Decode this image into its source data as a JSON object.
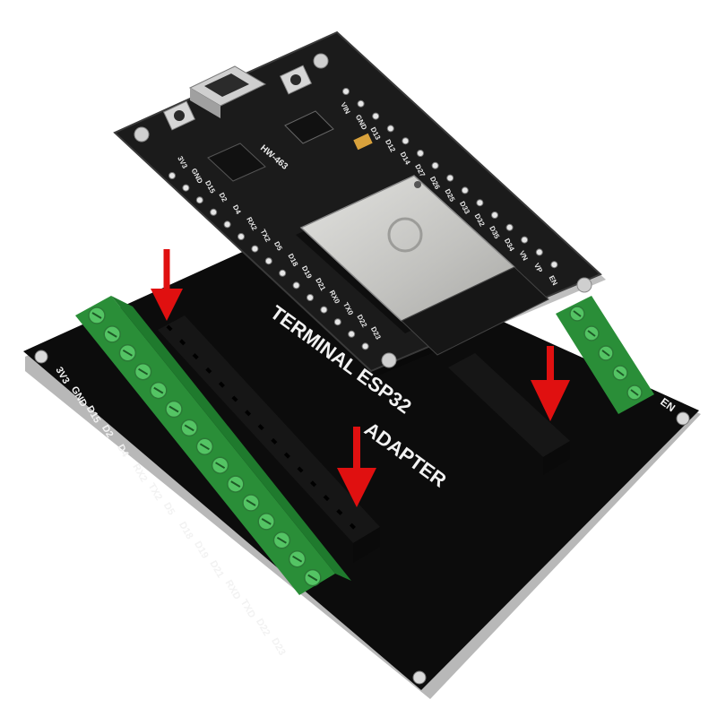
{
  "product": {
    "adapter_title_line1": "TERMINAL ESP32",
    "adapter_title_line2": "ADAPTER",
    "module_model": "HW-463",
    "right_block_label": "EN"
  },
  "left_terminal_labels": [
    "3V3",
    "GND",
    "D15",
    "D2",
    "D4",
    "RX2",
    "TX2",
    "D5",
    "D18",
    "D19",
    "D21",
    "RXD",
    "TXD",
    "D22",
    "D23"
  ],
  "module_pin_labels_bottom": [
    "3V3",
    "GND",
    "D15",
    "D2",
    "D4",
    "RX2",
    "TX2",
    "D5",
    "D18",
    "D19",
    "D21",
    "RX0",
    "TX0",
    "D22",
    "D23"
  ],
  "module_pin_labels_top": [
    "VIN",
    "GND",
    "D13",
    "D12",
    "D14",
    "D27",
    "D26",
    "D25",
    "D33",
    "D32",
    "D35",
    "D34",
    "VN",
    "VP",
    "EN"
  ],
  "colors": {
    "pcb": "#0d0d0d",
    "terminal_green": "#3fae4f",
    "header_black": "#141414",
    "arrow_red": "#e01010",
    "module_pcb": "#1b1b1b",
    "shield_silver": "#c9c9c6"
  }
}
